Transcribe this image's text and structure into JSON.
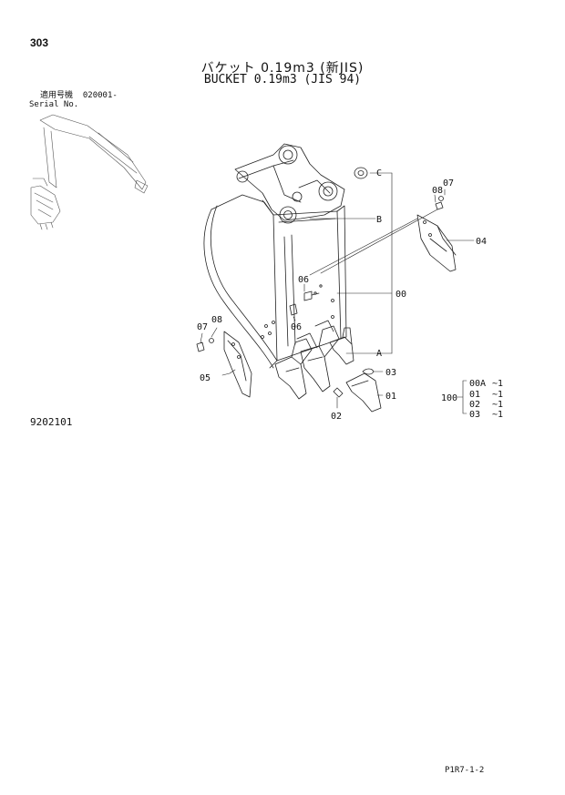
{
  "page_number": "303",
  "title_jp": "バケット 0.19m3 (新JIS)",
  "title_en": "BUCKET 0.19m3 (JIS 94)",
  "serial": {
    "label_jp": "適用号機",
    "value": "020001-",
    "label_en": "Serial No."
  },
  "figure_number": "9202101",
  "page_code": "P1R7-1-2",
  "callouts": {
    "c": "C",
    "b": "B",
    "a": "A",
    "p00": "00",
    "p01": "01",
    "p02": "02",
    "p03": "03",
    "p04": "04",
    "p05": "05",
    "p06a": "06",
    "p06b": "06",
    "p07a": "07",
    "p07b": "07",
    "p08a": "08",
    "p08b": "08"
  },
  "kit": {
    "label": "100",
    "items": [
      {
        "code": "00A",
        "qty": "~1"
      },
      {
        "code": "01",
        "qty": "~1"
      },
      {
        "code": "02",
        "qty": "~1"
      },
      {
        "code": "03",
        "qty": "~1"
      }
    ]
  }
}
